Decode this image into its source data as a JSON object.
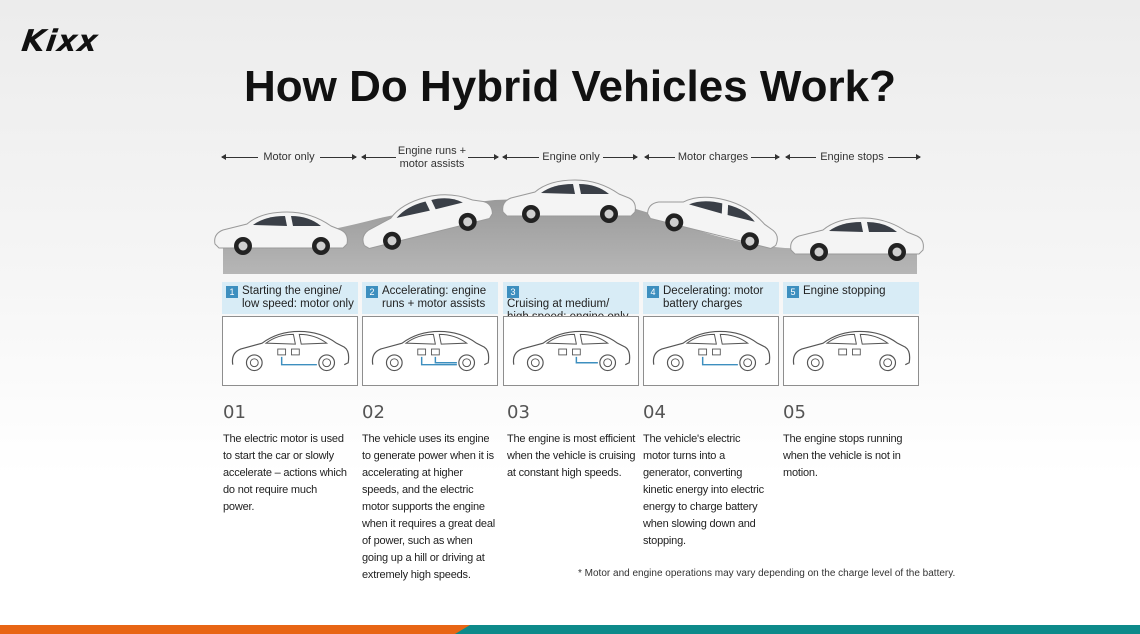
{
  "brand": {
    "logo_text": "Kixx"
  },
  "title": "How Do Hybrid Vehicles Work?",
  "modes": [
    {
      "label": "Motor only"
    },
    {
      "label": "Engine runs +\nmotor assists"
    },
    {
      "label": "Engine only"
    },
    {
      "label": "Motor charges"
    },
    {
      "label": "Engine stops"
    }
  ],
  "steps": [
    {
      "num": "1",
      "header": "Starting the engine/\nlow speed: motor only",
      "index": "01",
      "description": "The electric motor is used to start the car or slowly accelerate – actions which do not require much power."
    },
    {
      "num": "2",
      "header": "Accelerating: engine\nruns + motor assists",
      "index": "02",
      "description": "The vehicle uses its engine to generate power when it is accelerating at higher speeds, and the electric motor supports the engine when it requires a great deal of power, such as when going up a hill or driving at extremely high speeds."
    },
    {
      "num": "3",
      "header": "Cruising at medium/\nhigh speed: engine only",
      "index": "03",
      "description": "The engine is most efficient when the vehicle is cruising at constant high speeds."
    },
    {
      "num": "4",
      "header": "Decelerating: motor\nbattery charges",
      "index": "04",
      "description": "The vehicle's electric motor turns into a generator, converting kinetic energy into electric energy to charge battery when slowing down and stopping."
    },
    {
      "num": "5",
      "header": "Engine stopping",
      "index": "05",
      "description": "The engine stops running when the vehicle is not in motion."
    }
  ],
  "footnote": "* Motor and engine operations may vary depending on the charge level of the battery.",
  "colors": {
    "accent_blue": "#3d8fbf",
    "header_bg": "#d8ecf6",
    "bar_orange": "#e86514",
    "bar_teal": "#0d8a8a"
  }
}
